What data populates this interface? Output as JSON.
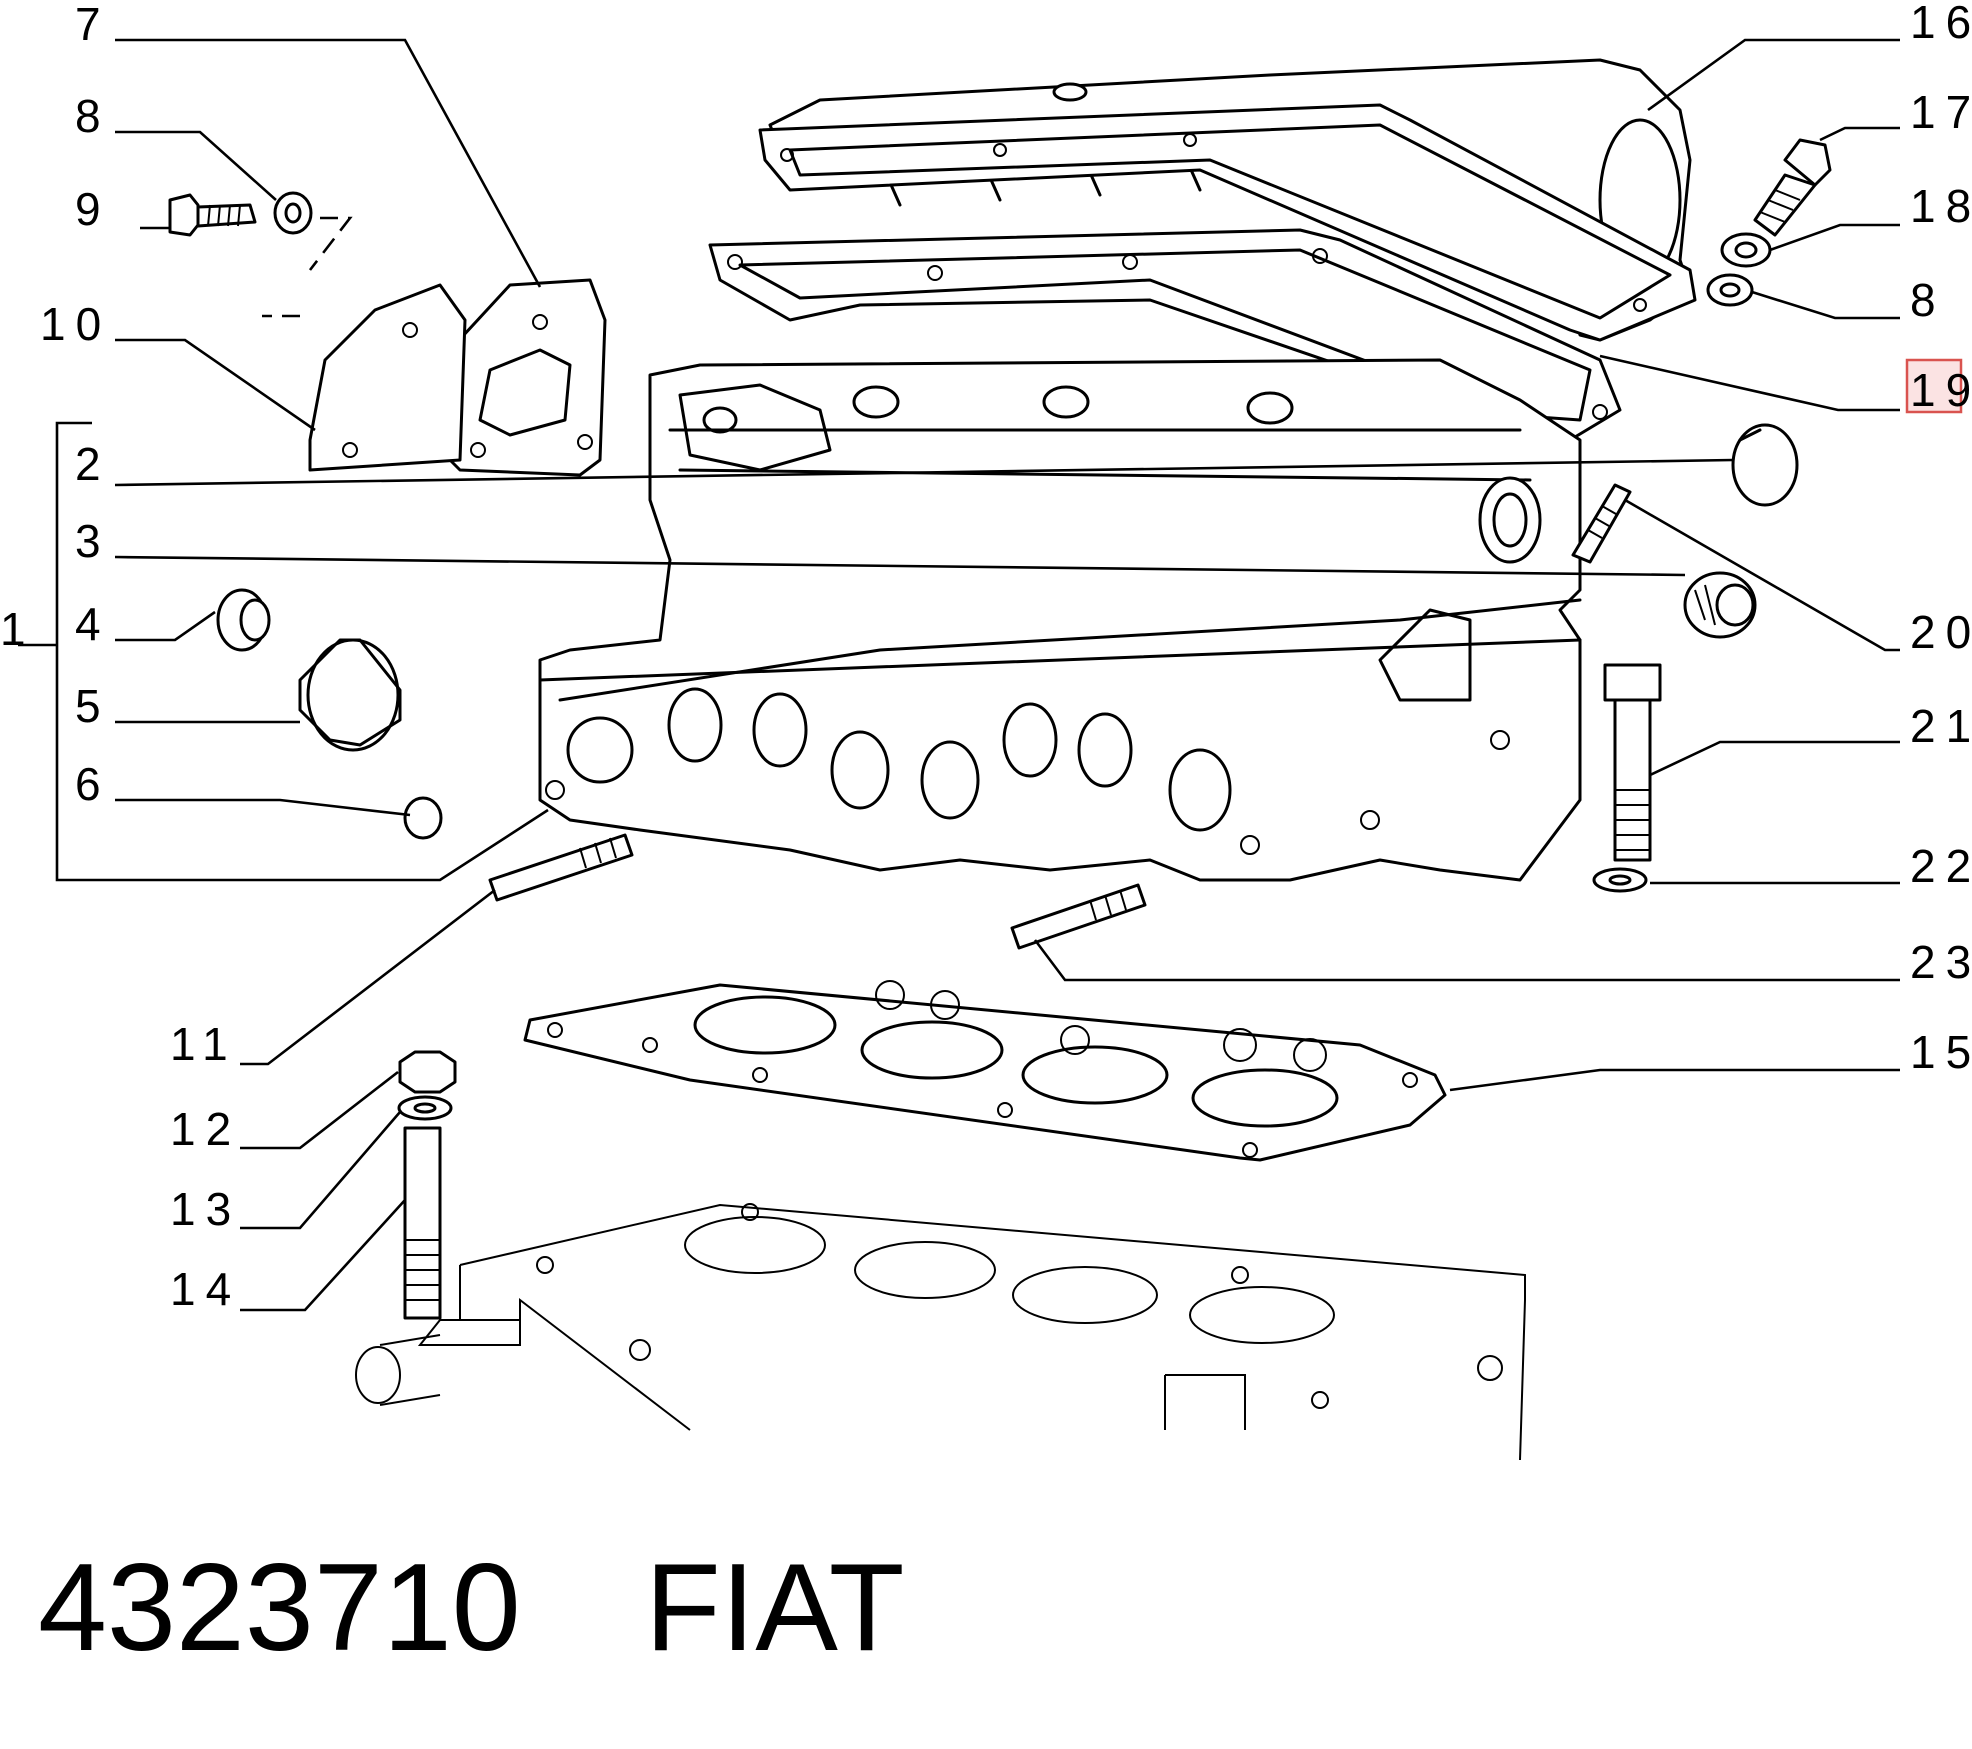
{
  "callouts": {
    "c1": "1",
    "c2": "2",
    "c3": "3",
    "c4": "4",
    "c5": "5",
    "c6": "6",
    "c7": "7",
    "c8": "8",
    "c8b": "8",
    "c9": "9",
    "c10": "10",
    "c11": "11",
    "c12": "12",
    "c13": "13",
    "c14": "14",
    "c15": "15",
    "c16": "16",
    "c17": "17",
    "c18": "18",
    "c19": "19",
    "c20": "20",
    "c21": "21",
    "c22": "22",
    "c23": "23"
  },
  "footer": {
    "part_number": "4323710",
    "brand": "FIAT"
  },
  "highlight": {
    "callout": "19",
    "color": "#d9534f"
  }
}
